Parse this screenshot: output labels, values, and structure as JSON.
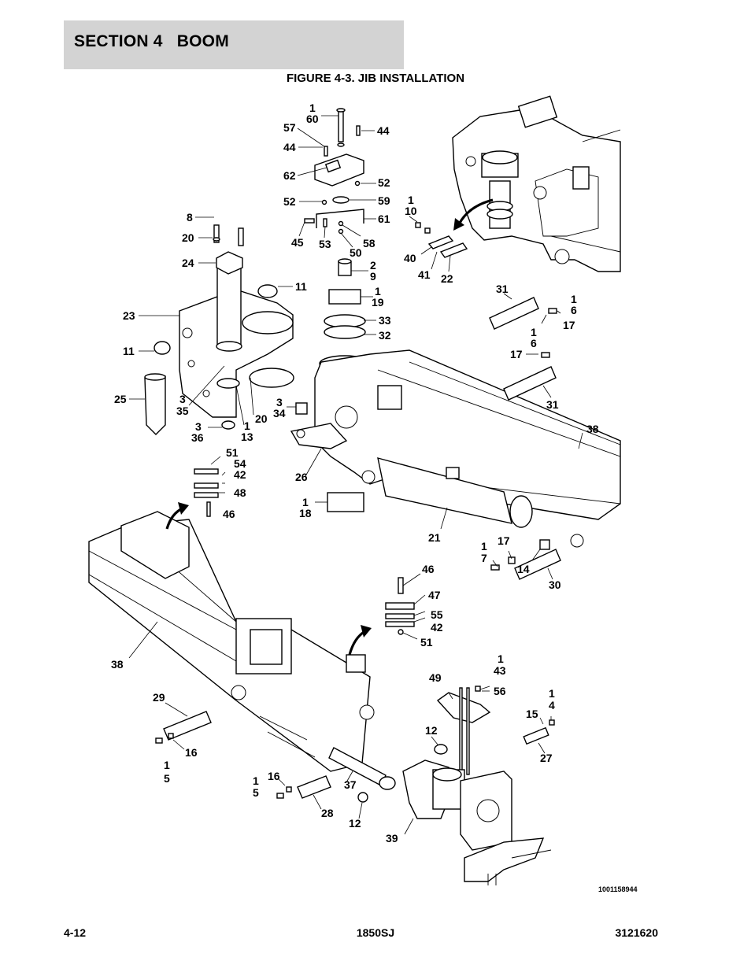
{
  "header": {
    "section": "SECTION 4   BOOM"
  },
  "figure": {
    "title": "FIGURE 4-3. JIB INSTALLATION",
    "drawing_number": "1001158944"
  },
  "footer": {
    "page": "4-12",
    "model": "1850SJ",
    "manual_number": "3121620"
  },
  "callouts": [
    {
      "lines": [
        "1",
        "60"
      ]
    },
    {
      "lines": [
        "57"
      ]
    },
    {
      "lines": [
        "44"
      ]
    },
    {
      "lines": [
        "44"
      ]
    },
    {
      "lines": [
        "62"
      ]
    },
    {
      "lines": [
        "52"
      ]
    },
    {
      "lines": [
        "52"
      ]
    },
    {
      "lines": [
        "59"
      ]
    },
    {
      "lines": [
        "61"
      ]
    },
    {
      "lines": [
        "45"
      ]
    },
    {
      "lines": [
        "53"
      ]
    },
    {
      "lines": [
        "50"
      ]
    },
    {
      "lines": [
        "58"
      ]
    },
    {
      "lines": [
        "1",
        "10"
      ]
    },
    {
      "lines": [
        "40"
      ]
    },
    {
      "lines": [
        "41"
      ]
    },
    {
      "lines": [
        "22"
      ]
    },
    {
      "lines": [
        "8"
      ]
    },
    {
      "lines": [
        "20"
      ]
    },
    {
      "lines": [
        "24"
      ]
    },
    {
      "lines": [
        "11"
      ]
    },
    {
      "lines": [
        "2",
        "9"
      ]
    },
    {
      "lines": [
        "1",
        "19"
      ]
    },
    {
      "lines": [
        "33"
      ]
    },
    {
      "lines": [
        "32"
      ]
    },
    {
      "lines": [
        "23"
      ]
    },
    {
      "lines": [
        "11"
      ]
    },
    {
      "lines": [
        "31"
      ]
    },
    {
      "lines": [
        "1",
        "6"
      ]
    },
    {
      "lines": [
        "17"
      ]
    },
    {
      "lines": [
        "1",
        "6"
      ]
    },
    {
      "lines": [
        "17"
      ]
    },
    {
      "lines": [
        "31"
      ]
    },
    {
      "lines": [
        "25"
      ]
    },
    {
      "lines": [
        "3",
        "35"
      ]
    },
    {
      "lines": [
        "3",
        "34"
      ]
    },
    {
      "lines": [
        "20"
      ]
    },
    {
      "lines": [
        "1",
        "13"
      ]
    },
    {
      "lines": [
        "3",
        "36"
      ]
    },
    {
      "lines": [
        "38"
      ]
    },
    {
      "lines": [
        "51"
      ]
    },
    {
      "lines": [
        "54"
      ]
    },
    {
      "lines": [
        "42"
      ]
    },
    {
      "lines": [
        "26"
      ]
    },
    {
      "lines": [
        "48"
      ]
    },
    {
      "lines": [
        "1",
        "18"
      ]
    },
    {
      "lines": [
        "46"
      ]
    },
    {
      "lines": [
        "21"
      ]
    },
    {
      "lines": [
        "1",
        "7"
      ]
    },
    {
      "lines": [
        "17"
      ]
    },
    {
      "lines": [
        "14"
      ]
    },
    {
      "lines": [
        "30"
      ]
    },
    {
      "lines": [
        "46"
      ]
    },
    {
      "lines": [
        "47"
      ]
    },
    {
      "lines": [
        "55"
      ]
    },
    {
      "lines": [
        "42"
      ]
    },
    {
      "lines": [
        "51"
      ]
    },
    {
      "lines": [
        "38"
      ]
    },
    {
      "lines": [
        "1",
        "43"
      ]
    },
    {
      "lines": [
        "49"
      ]
    },
    {
      "lines": [
        "56"
      ]
    },
    {
      "lines": [
        "29"
      ]
    },
    {
      "lines": [
        "1",
        "4"
      ]
    },
    {
      "lines": [
        "15"
      ]
    },
    {
      "lines": [
        "16"
      ]
    },
    {
      "lines": [
        "12"
      ]
    },
    {
      "lines": [
        "27"
      ]
    },
    {
      "lines": [
        "1",
        "5"
      ]
    },
    {
      "lines": [
        "16"
      ]
    },
    {
      "lines": [
        "1",
        "5"
      ]
    },
    {
      "lines": [
        "37"
      ]
    },
    {
      "lines": [
        "28"
      ]
    },
    {
      "lines": [
        "12"
      ]
    },
    {
      "lines": [
        "39"
      ]
    }
  ]
}
